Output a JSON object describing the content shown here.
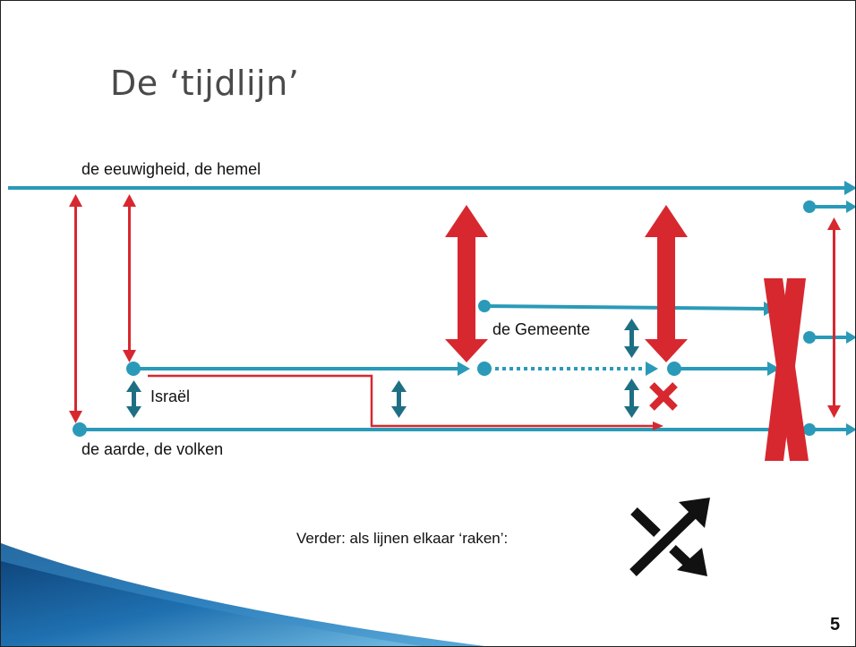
{
  "slide": {
    "title": "De ‘tijdlijn’",
    "page_number": "5"
  },
  "labels": {
    "heaven": "de eeuwigheid, de hemel",
    "earth": "de aarde, de volken",
    "church": "de Gemeente",
    "israel": "Israël"
  },
  "note": "Verder: als lijnen elkaar ‘raken’:",
  "icons": {
    "crossing": "shuffle-arrows-icon",
    "cancel": "red-x-cross-icon",
    "big_cross": "large-red-x-icon"
  },
  "colors": {
    "timeline": "#2a9ab8",
    "connector_red": "#d7282f",
    "connector_teal": "#1f6f84",
    "title_gray": "#4a4a4a",
    "accent_blue": "#1e6aa6"
  }
}
